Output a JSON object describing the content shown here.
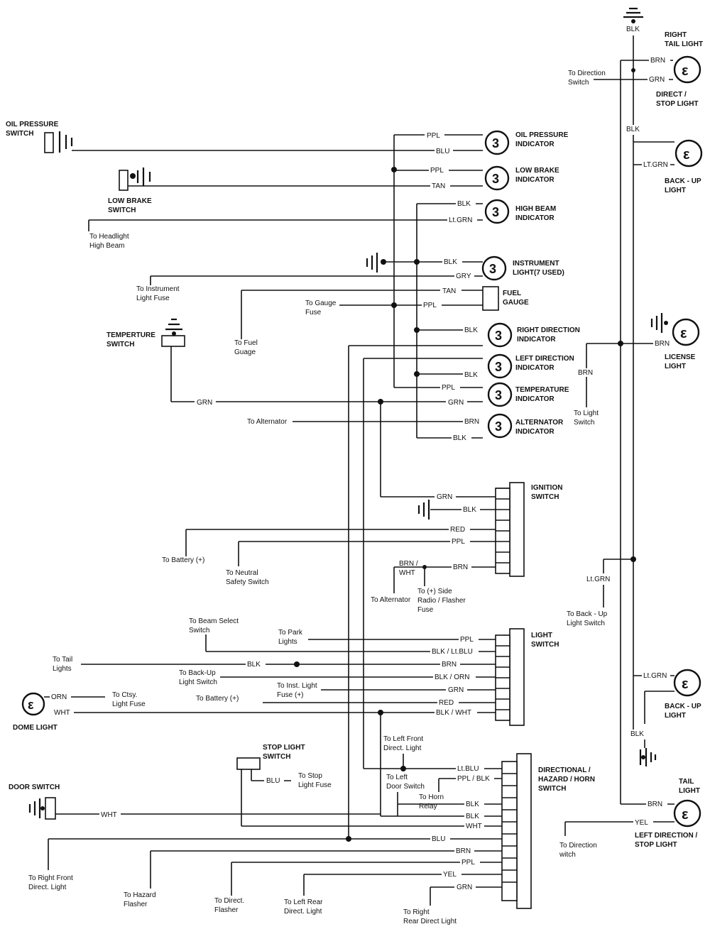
{
  "components": {
    "oil_pressure_switch": "OIL PRESSURE\nSWITCH",
    "low_brake_switch": "LOW BRAKE\nSWITCH",
    "temperature_switch": "TEMPERTURE\nSWITCH",
    "oil_pressure_indicator": "OIL PRESSURE\nINDICATOR",
    "low_brake_indicator": "LOW BRAKE\nINDICATOR",
    "high_beam_indicator": "HIGH BEAM\nINDICATOR",
    "instrument_light": "INSTRUMENT\nLIGHT(7 USED)",
    "fuel_gauge": "FUEL\nGAUGE",
    "right_direction_indicator": "RIGHT DIRECTION\nINDICATOR",
    "left_direction_indicator": "LEFT DIRECTION\nINDICATOR",
    "temperature_indicator": "TEMPERATURE\nINDICATOR",
    "alternator_indicator": "ALTERNATOR\nINDICATOR",
    "ignition_switch": "IGNITION\nSWITCH",
    "light_switch": "LIGHT\nSWITCH",
    "dome_light": "DOME LIGHT",
    "stop_light_switch": "STOP LIGHT\nSWITCH",
    "door_switch": "DOOR SWITCH",
    "directional_switch": "DIRECTIONAL /\nHAZARD / HORN\nSWITCH",
    "right_tail_light": "RIGHT\nTAIL LIGHT",
    "direct_stop_light": "DIRECT /\nSTOP LIGHT",
    "back_up_light_top": "BACK - UP\nLIGHT",
    "license_light": "LICENSE\nLIGHT",
    "back_up_light_bottom": "BACK - UP\nLIGHT",
    "tail_light": "TAIL\nLIGHT",
    "left_direction_stop_light": "LEFT DIRECTION /\nSTOP LIGHT"
  },
  "notes": {
    "to_headlight_high_beam": "To Headlight\nHigh Beam",
    "to_instrument_light_fuse": "To Instrument\nLight Fuse",
    "to_gauge_fuse": "To Gauge\nFuse",
    "to_fuel_guage": "To Fuel\nGuage",
    "to_alternator": "To Alternator",
    "to_battery_1": "To Battery (+)",
    "to_neutral_safety_switch": "To Neutral\nSafety Switch",
    "to_alternator_2": "To Alternator",
    "to_side_radio_flasher_fuse": "To (+) Side\nRadio / Flasher\nFuse",
    "to_beam_select_switch": "To Beam Select\nSwitch",
    "to_park_lights": "To Park\nLights",
    "to_tail_lights": "To Tail\nLights",
    "to_back_up_light_switch": "To Back-Up\nLight Switch",
    "to_inst_light_fuse": "To Inst. Light\nFuse (+)",
    "to_battery_2": "To Battery (+)",
    "to_ctsy_light_fuse": "To Ctsy.\nLight Fuse",
    "to_stop_light_fuse": "To Stop\nLight Fuse",
    "to_left_front_direct_light": "To Left Front\nDirect. Light",
    "to_left_door_switch": "To Left\nDoor Switch",
    "to_horn_relay": "To Horn\nRelay",
    "to_right_front_direct_light": "To Right Front\nDirect. Light",
    "to_hazard_flasher": "To Hazard\nFlasher",
    "to_direct_flasher": "To Direct.\nFlasher",
    "to_left_rear_direct_light": "To Left Rear\nDirect. Light",
    "to_right_rear_direct_light": "To Right\nRear Direct Light",
    "to_direction_switch": "To Direction\nSwitch",
    "to_light_switch": "To Light\nSwitch",
    "to_back_up_light_switch_r": "To Back - Up\nLight Switch",
    "to_direction_witch": "To Direction\nwitch"
  },
  "wires": {
    "ppl": "PPL",
    "blu": "BLU",
    "tan": "TAN",
    "blk": "BLK",
    "ltgrn": "Lt.GRN",
    "gry": "GRY",
    "grn": "GRN",
    "brn": "BRN",
    "red": "RED",
    "wht": "WHT",
    "ltblu": "Lt.BLU",
    "orn": "ORN",
    "yel": "YEL",
    "brn_wht": "BRN /\nWHT",
    "blk_ltblu": "BLK / Lt.BLU",
    "blk_orn": "BLK / ORN",
    "blk_wht": "BLK / WHT",
    "ppl_blk": "PPL / BLK",
    "lt_grn_dot": "LT.GRN",
    "lt_grn_cap": "Lt.GRN",
    "ltgrn_right": "Lt.GRN"
  }
}
